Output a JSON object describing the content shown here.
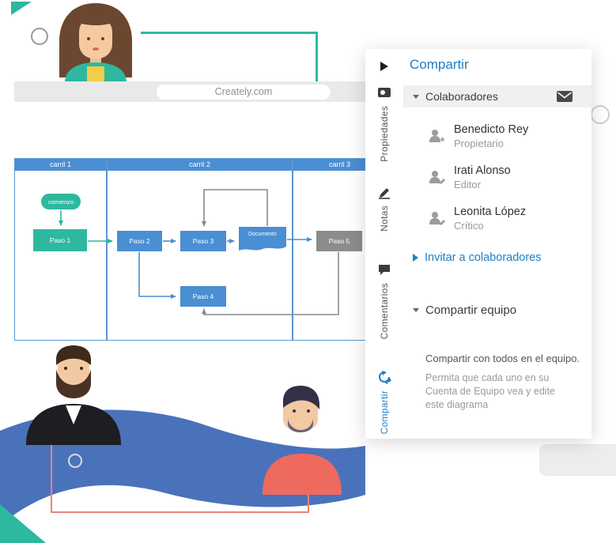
{
  "browser": {
    "url": "Creately.com"
  },
  "diagram": {
    "lanes": [
      {
        "label": "carril 1"
      },
      {
        "label": "carril 2"
      },
      {
        "label": "carril 3"
      }
    ],
    "nodes": {
      "start": "comienzo",
      "step1": "Paso 1",
      "step2": "Paso 2",
      "step3": "Paso 3",
      "doc": "Documento",
      "step4": "Paso 4",
      "step5": "Paso 5"
    }
  },
  "panel": {
    "title": "Compartir",
    "tabs": [
      {
        "label": "Propiedades"
      },
      {
        "label": "Notas"
      },
      {
        "label": "Comentarios"
      },
      {
        "label": "Compartir"
      }
    ],
    "collaborators": {
      "title": "Colaboradores",
      "items": [
        {
          "name": "Benedicto Rey",
          "role": "Propietario"
        },
        {
          "name": "Irati Alonso",
          "role": "Editor"
        },
        {
          "name": "Leonita López",
          "role": "Crítico"
        }
      ],
      "invite": "Invitar a colaboradores"
    },
    "team": {
      "title": "Compartir equipo",
      "lead": "Compartir con todos en el equipo.",
      "description": "Permita que cada uno en su Cuenta de Equipo vea y edite este diagrama"
    }
  },
  "colors": {
    "teal": "#2eb8a0",
    "node_blue": "#4a8ed3",
    "node_gray": "#8c8c8c",
    "panel_blue": "#1d7ec6",
    "wave_blue": "#4a72ba",
    "red_line": "#e8837c"
  }
}
